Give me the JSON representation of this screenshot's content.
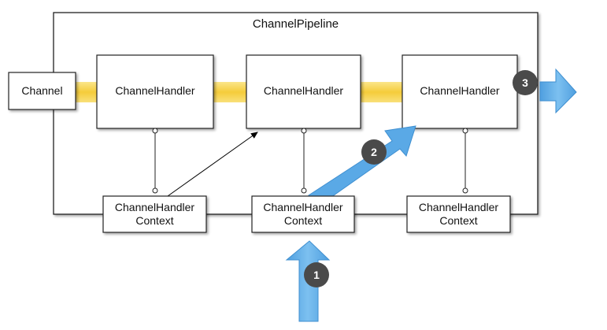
{
  "pipeline": {
    "title": "ChannelPipeline"
  },
  "channel": {
    "label": "Channel"
  },
  "handlers": [
    {
      "label": "ChannelHandler"
    },
    {
      "label": "ChannelHandler"
    },
    {
      "label": "ChannelHandler"
    }
  ],
  "contexts": [
    {
      "line1": "ChannelHandler",
      "line2": "Context"
    },
    {
      "line1": "ChannelHandler",
      "line2": "Context"
    },
    {
      "line1": "ChannelHandler",
      "line2": "Context"
    }
  ],
  "steps": [
    "1",
    "2",
    "3"
  ],
  "colors": {
    "flow_arrow": "#5aa9e6",
    "flow_arrow_edge": "#3f8fd0",
    "handler_bar": "#f7d24a",
    "badge": "#4a4a4a"
  }
}
